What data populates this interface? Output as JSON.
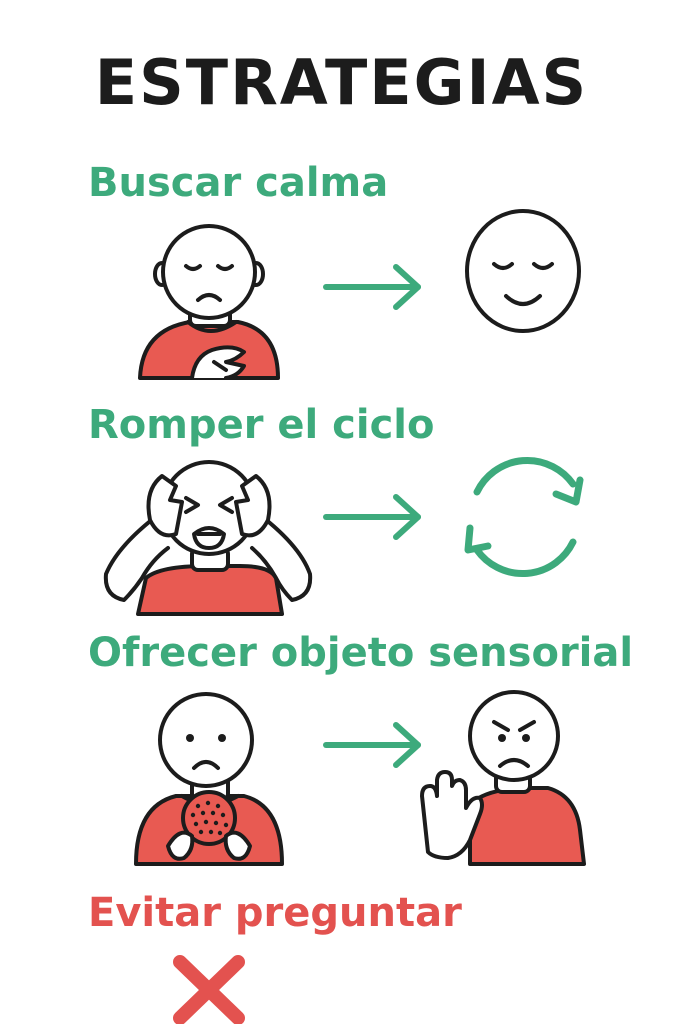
{
  "title": "ESTRATEGIAS",
  "colors": {
    "green": "#3daa7c",
    "red": "#e3524f",
    "shirt": "#e85a52",
    "ink": "#1c1c1c"
  },
  "strategies": [
    {
      "label": "Buscar calma",
      "icons": [
        "sad-calm-person-hand-on-chest-icon",
        "arrow-right-icon",
        "smiling-calm-face-icon"
      ]
    },
    {
      "label": "Romper el ciclo",
      "icons": [
        "distressed-person-covering-ears-icon",
        "arrow-right-icon",
        "cycle-arrows-icon"
      ]
    },
    {
      "label": "Ofrecer objeto sensorial",
      "icons": [
        "sad-person-holding-sensory-ball-icon",
        "arrow-right-icon",
        "angry-person-stop-hand-icon"
      ]
    },
    {
      "label": "Evitar preguntar",
      "icons": [
        "red-x-icon"
      ]
    }
  ]
}
